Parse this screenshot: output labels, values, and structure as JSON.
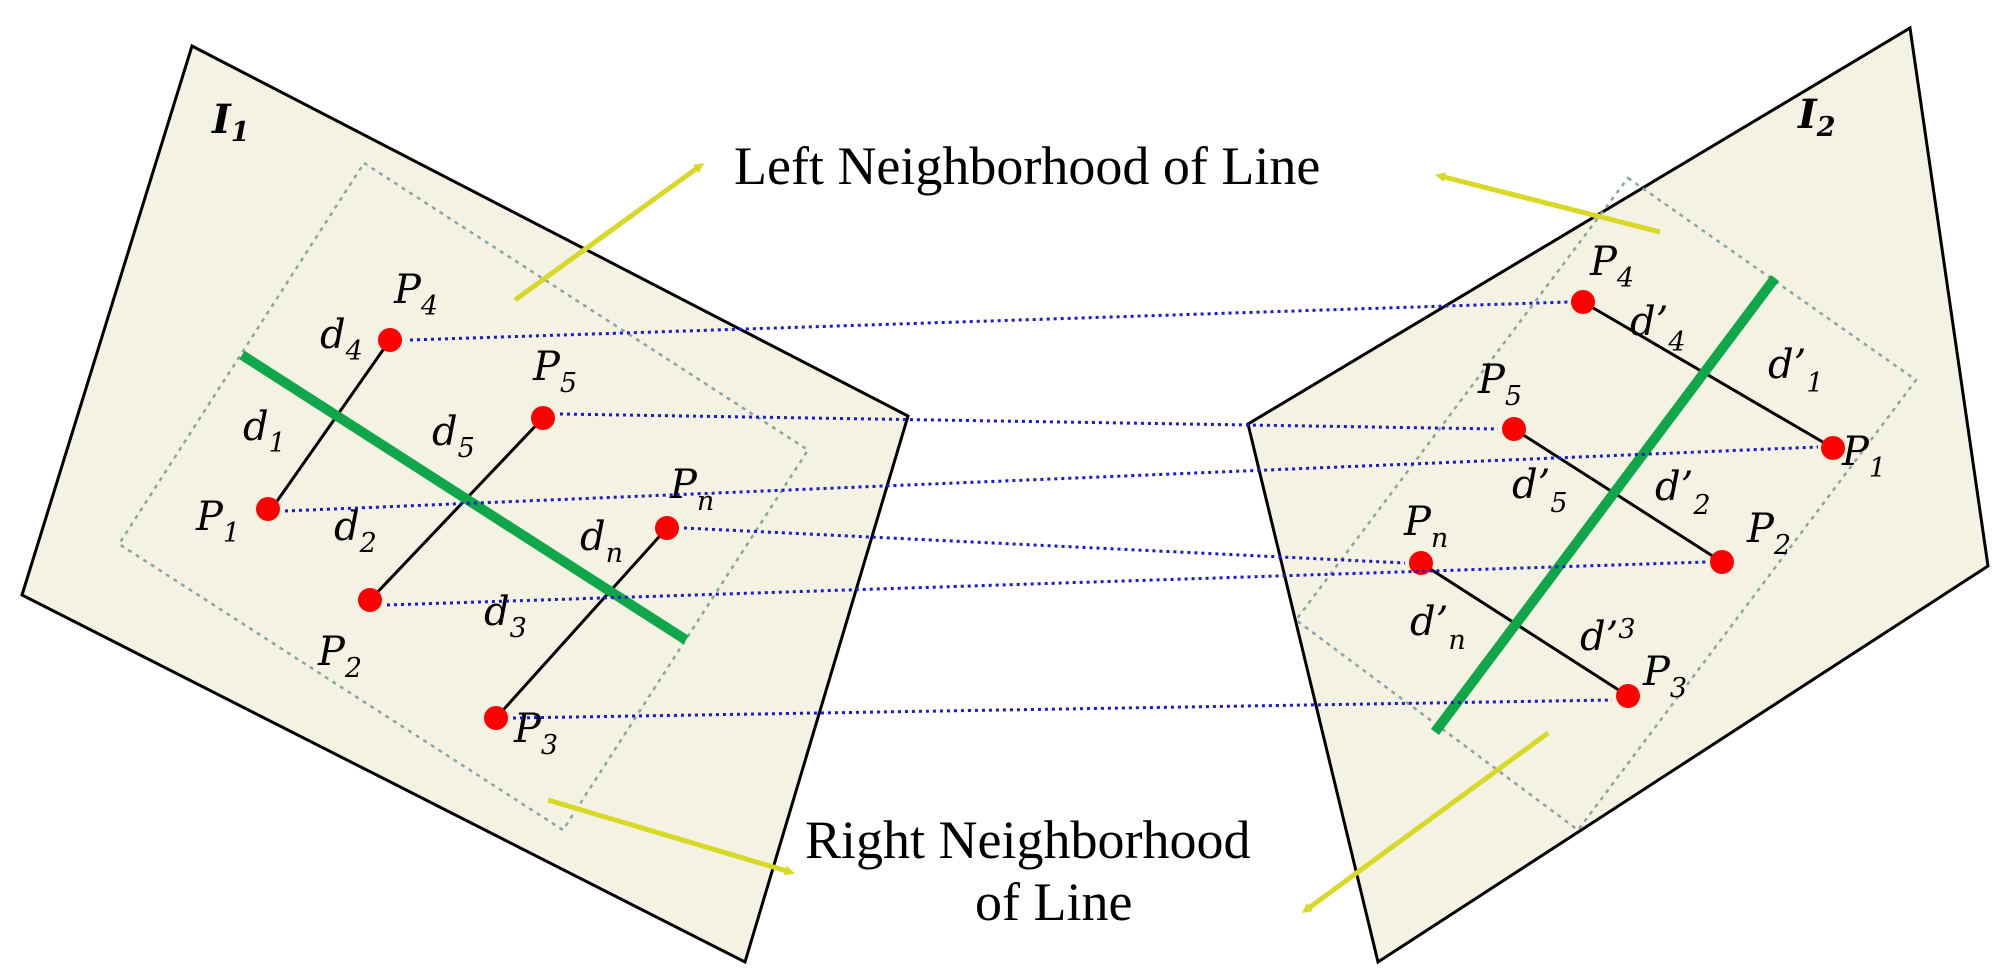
{
  "images": {
    "left": "I",
    "left_sub": "1",
    "right": "I",
    "right_sub": "2"
  },
  "captions": {
    "left_neighborhood": "Left Neighborhood of Line",
    "right_neighborhood_line1": "Right Neighborhood",
    "right_neighborhood_line2": "of Line"
  },
  "left_points": {
    "p1": "P",
    "p1s": "1",
    "p2": "P",
    "p2s": "2",
    "p3": "P",
    "p3s": "3",
    "p4": "P",
    "p4s": "4",
    "p5": "P",
    "p5s": "5",
    "pn": "P",
    "pns": "n"
  },
  "left_distances": {
    "d1": "d",
    "d1s": "1",
    "d2": "d",
    "d2s": "2",
    "d3": "d",
    "d3s": "3",
    "d4": "d",
    "d4s": "4",
    "d5": "d",
    "d5s": "5",
    "dn": "d",
    "dns": "n"
  },
  "right_points": {
    "p1": "P",
    "p1s": "1",
    "p2": "P",
    "p2s": "2",
    "p3": "P",
    "p3s": "3",
    "p4": "P",
    "p4s": "4",
    "p5": "P",
    "p5s": "5",
    "pn": "P",
    "pns": "n"
  },
  "right_distances": {
    "d1": "d’",
    "d1s": "1",
    "d2": "d’",
    "d2s": "2",
    "d3": "d’",
    "d3s": "3",
    "d4": "d’",
    "d4s": "4",
    "d5": "d’",
    "d5s": "5",
    "dn": "d’",
    "dns": "n"
  },
  "colors": {
    "panel_fill": "#f4f2e3",
    "line": "#10a64a",
    "point": "#ff0000",
    "match": "#1a1acc",
    "arrow": "#d8d826",
    "neighborhood": "#8aa5a8"
  }
}
